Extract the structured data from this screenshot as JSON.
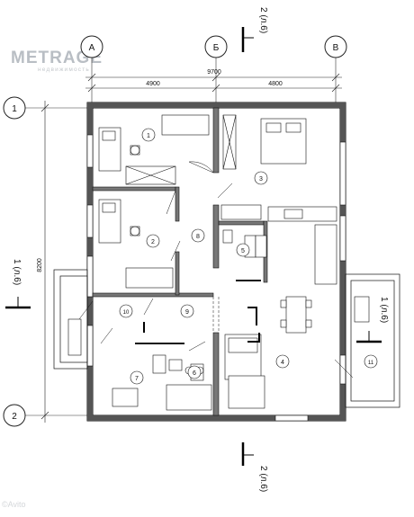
{
  "brand": {
    "name": "METRAGE",
    "tagline": "недвижимость"
  },
  "axes": {
    "col_a": "А",
    "col_b": "Б",
    "col_v": "В",
    "row_1": "1",
    "row_2": "2"
  },
  "dims": {
    "total_width": "9700",
    "left_width": "4900",
    "right_width": "4800",
    "total_height": "8200"
  },
  "sections": {
    "top": "2 (л.6)",
    "bottom": "2 (л.6)",
    "left": "1 (л.6)",
    "right": "1 (л.6)"
  },
  "rooms": [
    "1",
    "2",
    "3",
    "4",
    "5",
    "6",
    "7",
    "8",
    "9",
    "10",
    "11"
  ],
  "watermark": "©Avito"
}
